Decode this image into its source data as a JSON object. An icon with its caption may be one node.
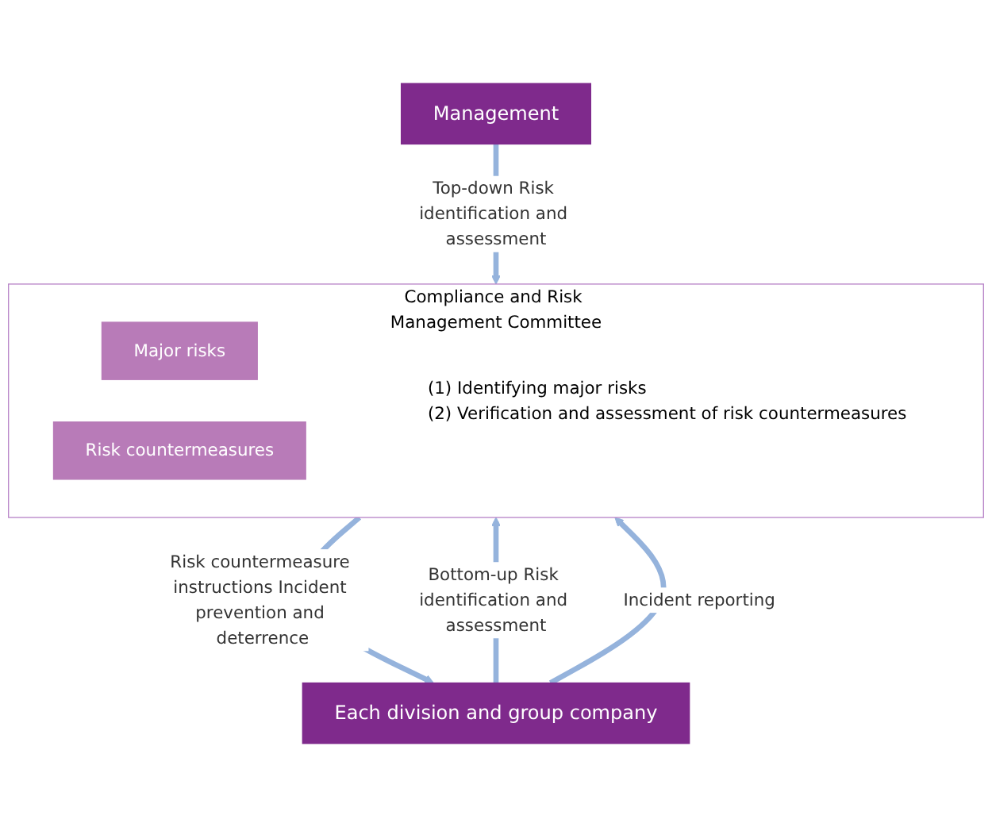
{
  "diagram": {
    "nodes": [
      {
        "text": [
          "Management"
        ]
      },
      {
        "text": [
          "Compliance and Risk Management Committee",
          "(1) Identifying major risks",
          "(2) Verification and assessment of risk countermeasures"
        ]
      },
      {
        "text": [
          "Major risks"
        ],
        "in": 1
      },
      {
        "text": [
          "Risk countermeasures"
        ],
        "in": 1
      },
      {
        "text": [
          "Each division and group company"
        ]
      }
    ],
    "edges": [
      {
        "from": 0,
        "to": 1,
        "arrow": "to",
        "label": "Top-down Risk identification and assessment"
      },
      {
        "from": 4,
        "to": 1,
        "arrow": "to",
        "label": "Bottom-up Risk identification and assessment"
      },
      {
        "from": 1,
        "to": 4,
        "arrow": "to",
        "label": "Risk countermeasure instructions Incident prevention and deterrence"
      },
      {
        "from": 4,
        "to": 1,
        "arrow": "to",
        "label": "Incident reporting"
      }
    ]
  }
}
